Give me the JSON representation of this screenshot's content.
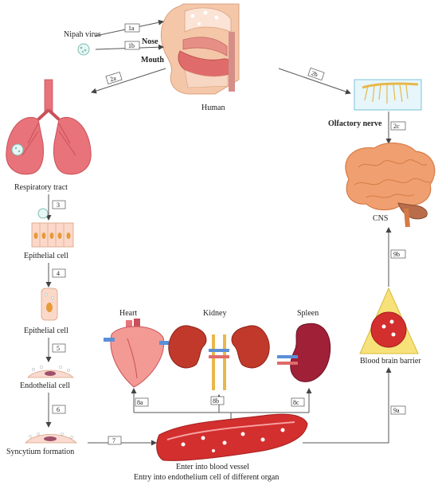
{
  "labels": {
    "nipah_virus": "Nipah virus",
    "nose": "Nose",
    "mouth": "Mouth",
    "human": "Human",
    "olfactory_nerve": "Olfactory nerve",
    "cns": "CNS",
    "respiratory_tract": "Respiratory tract",
    "epithelial_cell_1": "Epithelial cell",
    "epithelial_cell_2": "Epithelial cell",
    "endothelial_cell": "Endothelial cell",
    "syncytium_formation": "Syncytium formation",
    "heart": "Heart",
    "kidney": "Kidney",
    "spleen": "Spleen",
    "blood_brain_barrier": "Blood brain barrier",
    "blood_vessel_line1": "Enter into blood vessel",
    "blood_vessel_line2": "Entry into endothelium cell of different organ"
  },
  "steps": {
    "s1a": "1a",
    "s1b": "1b",
    "s2a": "2a",
    "s2b": "2b",
    "s2c": "2c",
    "s3": "3",
    "s4": "4",
    "s5": "5",
    "s6": "6",
    "s7": "7",
    "s8a": "8a",
    "s8b": "8b",
    "s8c": "8c",
    "s9a": "9a",
    "s9b": "9b"
  },
  "colors": {
    "lung": "#e8737a",
    "lung_dark": "#c9505a",
    "brain": "#f0a070",
    "brain_dark": "#d67a45",
    "kidney": "#c0392b",
    "spleen": "#a02038",
    "vessel": "#d32f2f",
    "skin": "#f4c7a8",
    "nerve": "#e8b84a",
    "bbb": "#f7e27a"
  }
}
